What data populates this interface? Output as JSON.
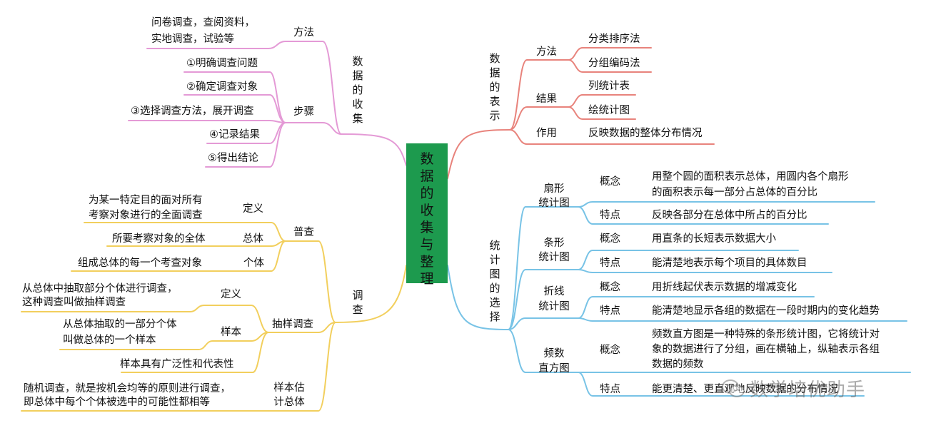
{
  "center": "数据的收集与整理",
  "collection": {
    "title": "数据的收集",
    "method": {
      "label": "方法",
      "text": [
        "问卷调查，查阅资料，",
        "实地调查，试验等"
      ]
    },
    "steps": {
      "label": "步骤",
      "items": [
        "①明确调查问题",
        "②确定调查对象",
        "③选择调查方法，展开调查",
        "④记录结果",
        "⑤得出结论"
      ]
    }
  },
  "survey": {
    "title": "调查",
    "census": {
      "label": "普查",
      "definition": {
        "label": "定义",
        "text": [
          "为某一特定目的面对所有",
          "考察对象进行的全面调查"
        ]
      },
      "population": {
        "label": "总体",
        "text": "所要考察对象的全体"
      },
      "individual": {
        "label": "个体",
        "text": "组成总体的每一个考查对象"
      }
    },
    "sampling": {
      "label": "抽样调查",
      "definition": {
        "label": "定义",
        "text": [
          "从总体中抽取部分个体进行调查，",
          "这种调查叫做抽样调查"
        ]
      },
      "sample": {
        "label": "样本",
        "text": [
          "从总体抽取的一部分个体",
          "叫做总体的一个样本"
        ]
      },
      "property": "样本具有广泛性和代表性"
    },
    "estimate": {
      "label": [
        "样本估",
        "计总体"
      ],
      "text": [
        "随机调查，就是按机会均等的原则进行调查，",
        "即总体中每个个体被选中的可能性都相等"
      ]
    }
  },
  "representation": {
    "title": "数据的表示",
    "method": {
      "label": "方法",
      "items": [
        "分类排序法",
        "分组编码法"
      ]
    },
    "result": {
      "label": "结果",
      "items": [
        "列统计表",
        "绘统计图"
      ]
    },
    "use": {
      "label": "作用",
      "text": "反映数据的整体分布情况"
    }
  },
  "charts": {
    "title": "统计图的选择",
    "pie": {
      "label": [
        "扇形",
        "统计图"
      ],
      "concept_label": "概念",
      "concept": [
        "用整个圆的面积表示总体，用圆内各个扇形",
        "的面积表示每一部分占总体的百分比"
      ],
      "feature_label": "特点",
      "feature": "反映各部分在总体中所占的百分比"
    },
    "bar": {
      "label": [
        "条形",
        "统计图"
      ],
      "concept_label": "概念",
      "concept": "用直条的长短表示数据大小",
      "feature_label": "特点",
      "feature": "能清楚地表示每个项目的具体数目"
    },
    "line": {
      "label": [
        "折线",
        "统计图"
      ],
      "concept_label": "概念",
      "concept": "用折线起伏表示数据的增减变化",
      "feature_label": "特点",
      "feature": "能清楚地显示各组的数据在一段时期内的变化趋势"
    },
    "histogram": {
      "label": [
        "频数",
        "直方图"
      ],
      "concept_label": "概念",
      "concept": [
        "频数直方图是一种特殊的条形统计图，它将统计对",
        "象的数据进行了分组，画在横轴上，纵轴表示各组",
        "数据的频数"
      ],
      "feature_label": "特点",
      "feature": "能更清楚、更直观地反映数据的分布情况"
    }
  },
  "watermark": "数学培优助手",
  "colors": {
    "pink": "#e49ad6",
    "yellow": "#f2cf5d",
    "red": "#e8837c",
    "blue": "#78c3e6",
    "green": "#1d9a4e"
  }
}
